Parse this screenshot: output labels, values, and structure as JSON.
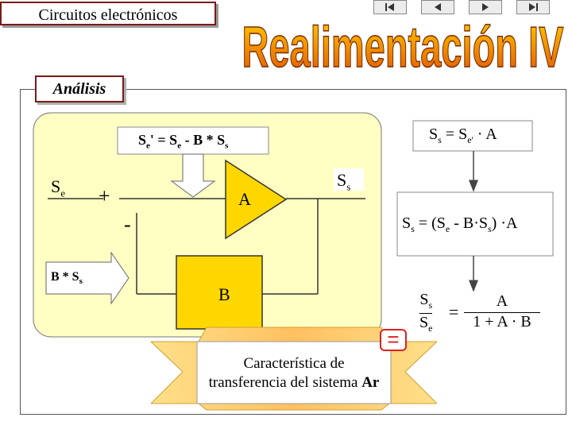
{
  "header": {
    "course_title": "Circuitos electrónicos",
    "slide_title": "Realimentación IV",
    "nav_buttons": [
      "first-icon",
      "prev-icon",
      "next-icon",
      "last-icon"
    ]
  },
  "section": {
    "label": "Análisis"
  },
  "diagram": {
    "input_label": "S",
    "input_sub": "e",
    "plus_sign": "+",
    "minus_sign": "-",
    "amp_label": "A",
    "feedback_label": "B",
    "feedback_signal": "B * S",
    "feedback_signal_sub": "s",
    "output_label": "S",
    "output_sub": "s",
    "error_eq": "Se' = Se - B * Ss"
  },
  "equations": {
    "eq1": "Ss = Se' · A",
    "eq2": "Ss = (Se - B·Ss) ·A",
    "eq3_num": "Ss",
    "eq3_den": "Se",
    "eq3_rhs_num": "A",
    "eq3_rhs_den": "1 + A · B",
    "equals_badge": "="
  },
  "result": {
    "line1": "Característica de",
    "line2_prefix": "transferencia del sistema ",
    "line2_bold": "Ar"
  },
  "colors": {
    "panel_bg": "#ffffc4",
    "amp_fill": "#ffd700",
    "title_gradient_top": "#ffd000",
    "title_gradient_bottom": "#e05000",
    "badge_red": "#e02020"
  }
}
